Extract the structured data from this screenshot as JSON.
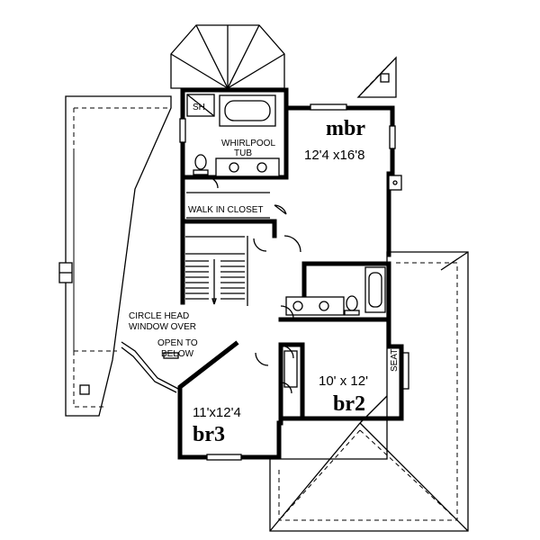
{
  "rooms": {
    "mbr": {
      "name": "mbr",
      "size": "12'4 x16'8"
    },
    "br2": {
      "name": "br2",
      "size": "10' x 12'"
    },
    "br3": {
      "name": "br3",
      "size": "11'x12'4"
    }
  },
  "labels": {
    "sh": "SH",
    "whirlpool_1": "WHIRLPOOL",
    "whirlpool_2": "TUB",
    "walk_in_closet": "WALK IN CLOSET",
    "circle_head_1": "CIRCLE HEAD",
    "circle_head_2": "WINDOW OVER",
    "open_to_1": "OPEN TO",
    "open_to_2": "BELOW",
    "seat": "SEAT"
  }
}
